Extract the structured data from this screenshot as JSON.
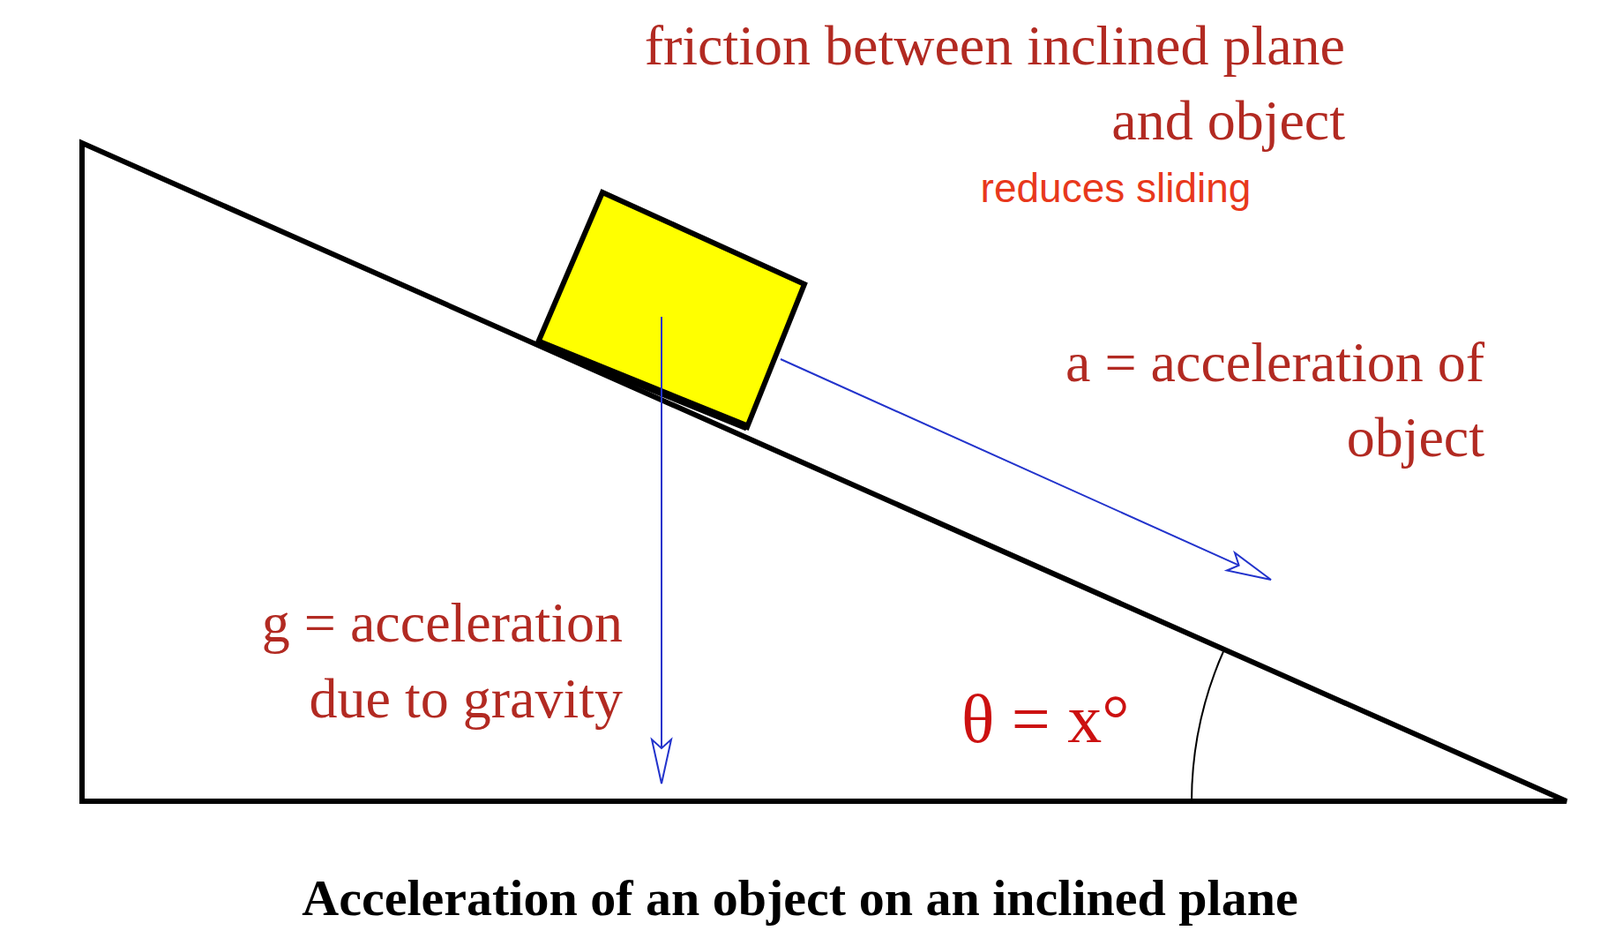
{
  "diagram": {
    "caption": "Acceleration of an object on an inclined plane",
    "labels": [
      "friction between inclined plane and object",
      "reduces sliding",
      "a = acceleration of object",
      "g = acceleration due to gravity",
      "θ = x°"
    ]
  }
}
